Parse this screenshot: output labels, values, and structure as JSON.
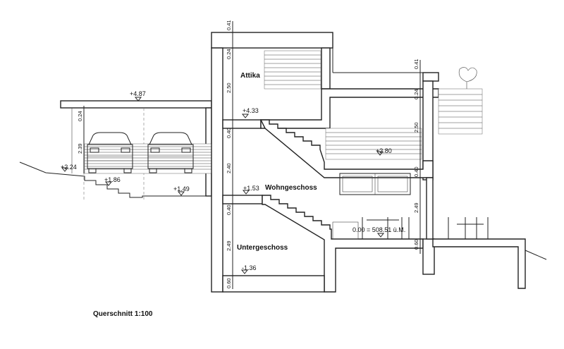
{
  "caption": "Querschnitt 1:100",
  "rooms": {
    "attika": "Attika",
    "wohngeschoss": "Wohngeschoss",
    "untergeschoss": "Untergeschoss"
  },
  "levels": {
    "carport_roof": "+4.87",
    "terrain_left": "+2.24",
    "step_1": "+1.86",
    "carport_floor": "+1.49",
    "attika_floor": "+4.33",
    "terrace": "+2.80",
    "ground_floor": "+1.53",
    "main_floor": "0.00 = 508.51 ü.M.",
    "basement": "-1.36"
  },
  "dimensions": {
    "left": [
      "0.41",
      "0.24",
      "2.50",
      "0.40",
      "2.40",
      "0.40",
      "2.49",
      "0.60"
    ],
    "right": [
      "0.41",
      "0.24",
      "2.50",
      "0.40",
      "2.49",
      "0.60"
    ],
    "carport": [
      "0.24",
      "2.39"
    ]
  }
}
